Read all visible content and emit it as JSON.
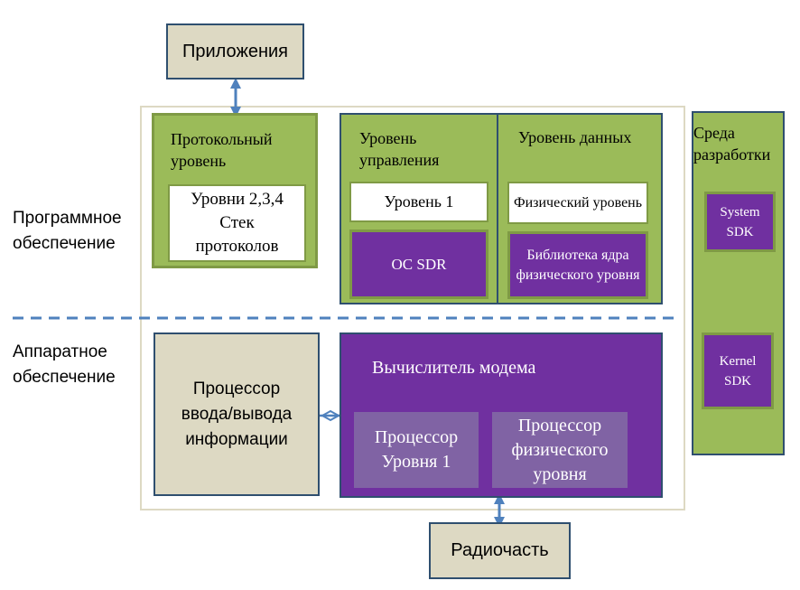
{
  "diagram": {
    "applications": "Приложения",
    "radio": "Радиочасть",
    "software_label": "Программное обеспечение",
    "hardware_label": "Аппаратное обеспечение",
    "protocol_level": {
      "title": "Протокольный уровень",
      "inner": "Уровни 2,3,4 Стек протоколов"
    },
    "control_level": {
      "title": "Уровень управления",
      "level1": "Уровень 1",
      "os": "OC SDR"
    },
    "data_level": {
      "title": "Уровень данных",
      "phys": "Физический уровень",
      "library": "Библиотека ядра физического уровня"
    },
    "dev_env": {
      "title": "Среда разработки",
      "system_sdk": "System SDK",
      "kernel_sdk": "Kernel SDK"
    },
    "io_processor": "Процессор ввода/вывода информации",
    "modem": {
      "title": "Вычислитель модема",
      "proc1": "Процессор Уровня 1",
      "proc_phys": "Процессор физического уровня"
    }
  }
}
